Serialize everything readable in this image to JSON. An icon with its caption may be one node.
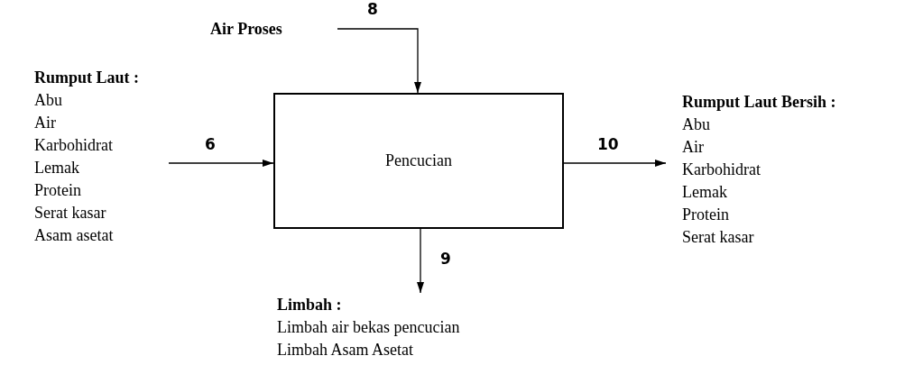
{
  "diagram": {
    "nodes": [
      {
        "text": [
          "Pencucian"
        ]
      },
      {
        "text": [
          "Air Proses"
        ]
      },
      {
        "text": [
          "Rumput Laut :",
          "Abu",
          "Air",
          "Karbohidrat",
          "Lemak",
          "Protein",
          "Serat kasar",
          "Asam asetat"
        ]
      },
      {
        "text": [
          "Rumput Laut Bersih :",
          "Abu",
          "Air",
          "Karbohidrat",
          "Lemak",
          "Protein",
          "Serat kasar"
        ]
      },
      {
        "text": [
          "Limbah :",
          "Limbah air bekas pencucian",
          "Limbah Asam Asetat"
        ]
      }
    ],
    "edges": [
      {
        "from": 1,
        "to": 0,
        "arrow": "to",
        "label": "8"
      },
      {
        "from": 2,
        "to": 0,
        "arrow": "to",
        "label": "6"
      },
      {
        "from": 0,
        "to": 3,
        "arrow": "to",
        "label": "10"
      },
      {
        "from": 0,
        "to": 4,
        "arrow": "to",
        "label": "9"
      }
    ]
  }
}
